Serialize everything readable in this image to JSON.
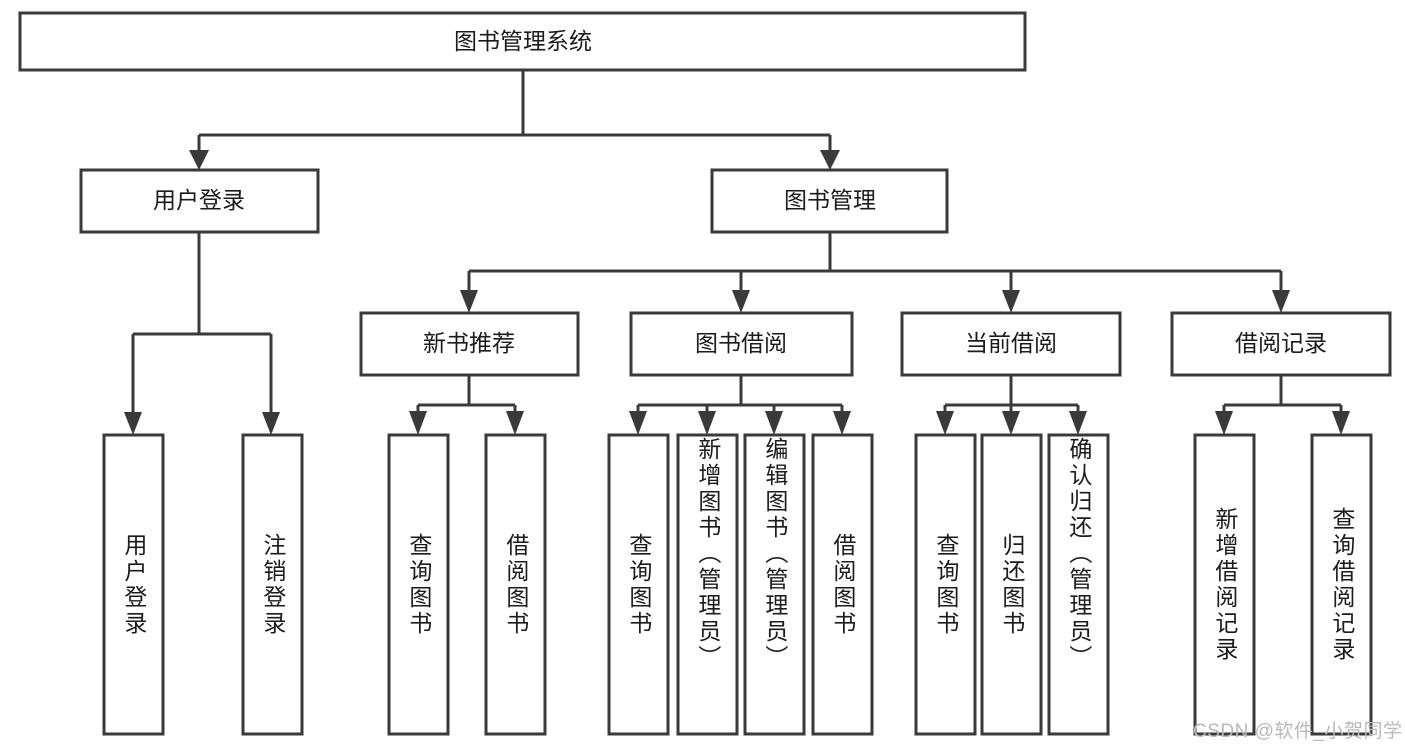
{
  "diagram": {
    "type": "tree-hierarchy-chart",
    "title": "图书管理系统",
    "root": {
      "label": "图书管理系统",
      "level": 1
    },
    "level2": [
      {
        "label": "用户登录"
      },
      {
        "label": "图书管理"
      }
    ],
    "level3": [
      {
        "label": "新书推荐",
        "parent": "图书管理"
      },
      {
        "label": "图书借阅",
        "parent": "图书管理"
      },
      {
        "label": "当前借阅",
        "parent": "图书管理"
      },
      {
        "label": "借阅记录",
        "parent": "图书管理"
      }
    ],
    "leaves": [
      {
        "label": "用户登录",
        "parent": "用户登录"
      },
      {
        "label": "注销登录",
        "parent": "用户登录"
      },
      {
        "label": "查询图书",
        "parent": "新书推荐"
      },
      {
        "label": "借阅图书",
        "parent": "新书推荐"
      },
      {
        "label": "查询图书",
        "parent": "图书借阅"
      },
      {
        "label": "新增图书（管理员）",
        "parent": "图书借阅"
      },
      {
        "label": "编辑图书（管理员）",
        "parent": "图书借阅"
      },
      {
        "label": "借阅图书",
        "parent": "图书借阅"
      },
      {
        "label": "查询图书",
        "parent": "当前借阅"
      },
      {
        "label": "归还图书",
        "parent": "当前借阅"
      },
      {
        "label": "确认归还（管理员）",
        "parent": "当前借阅"
      },
      {
        "label": "新增借阅记录",
        "parent": "借阅记录"
      },
      {
        "label": "查询借阅记录",
        "parent": "借阅记录"
      }
    ],
    "watermark": "CSDN @软件_小贺同学",
    "colors": {
      "stroke": "#3a3a3a",
      "fill": "#ffffff",
      "text": "#1b1b1b",
      "watermark": "#b9b9b9",
      "background": "#ffffff"
    }
  }
}
